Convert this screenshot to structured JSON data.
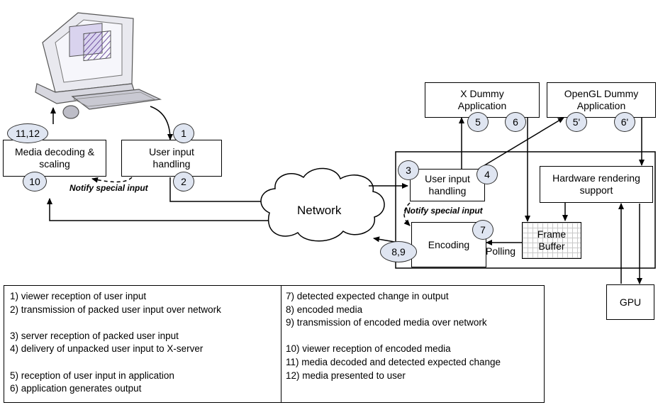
{
  "boxes": {
    "media_decoding": "Media decoding &\nscaling",
    "client_user_input": "User input\nhandling",
    "x_dummy": "X Dummy\nApplication",
    "opengl_dummy": "OpenGL Dummy\nApplication",
    "server_user_input": "User input\nhandling",
    "hardware_rendering": "Hardware rendering\nsupport",
    "encoding": "Encoding",
    "frame_buffer": "Frame\nBuffer",
    "gpu": "GPU"
  },
  "network_label": "Network",
  "notify_client": "Notify special input",
  "notify_server": "Notify special input",
  "polling_label": "Polling",
  "badges": {
    "b1": "1",
    "b2": "2",
    "b3": "3",
    "b4": "4",
    "b5": "5",
    "b6": "6",
    "b5p": "5'",
    "b6p": "6'",
    "b7": "7",
    "b89": "8,9",
    "b10": "10",
    "b1112": "11,12"
  },
  "legend": {
    "left": [
      "1) viewer reception of user input",
      "2) transmission of packed user input over network",
      "",
      "3) server reception of packed user input",
      "4) delivery of unpacked user input to X-server",
      "",
      "5) reception of user input in application",
      "6) application generates output"
    ],
    "right": [
      "7) detected expected change in output",
      "8) encoded media",
      "9) transmission of encoded media over network",
      "",
      "10) viewer reception of encoded media",
      "11) media decoded and detected expected change",
      "12) media presented to user"
    ]
  }
}
